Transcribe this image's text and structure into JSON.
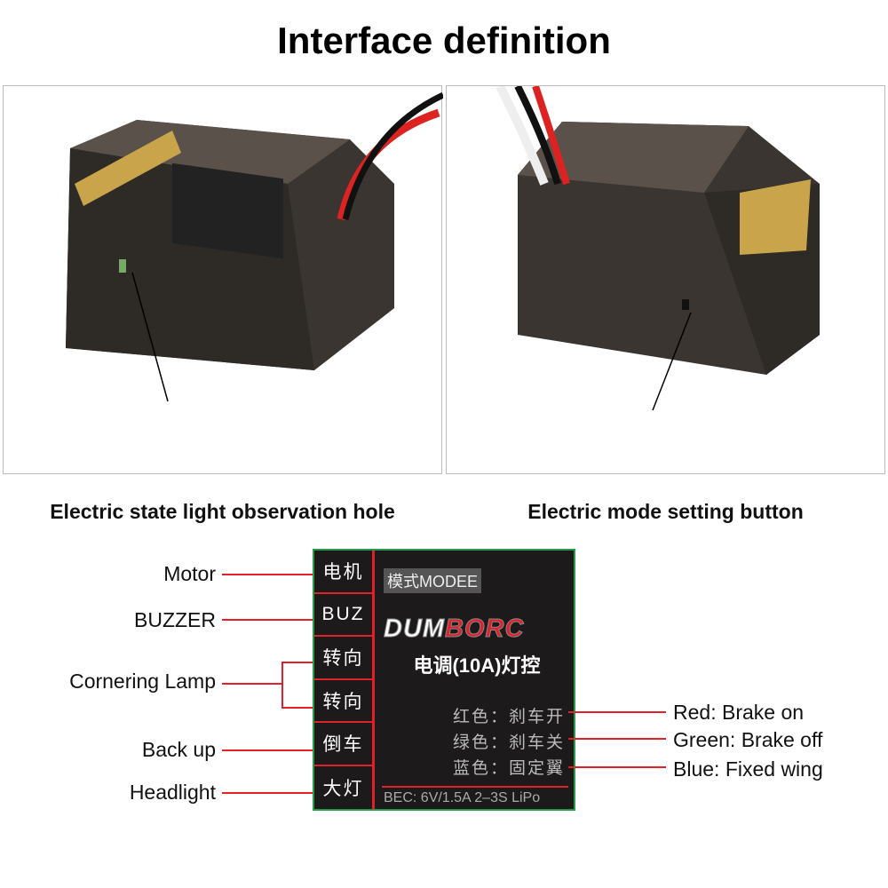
{
  "title": "Interface definition",
  "photos": [
    {
      "caption": "Electric state light observation hole"
    },
    {
      "caption": "Electric mode setting button"
    }
  ],
  "panel": {
    "ports": [
      "电机",
      "BUZ",
      "转向",
      "转向",
      "倒车",
      "大灯"
    ],
    "mode": "模式MODEE",
    "logo_a": "DUM",
    "logo_b": "BORC",
    "subtitle": "电调(10A)灯控",
    "legend": [
      "红色：刹车开",
      "绿色：刹车关",
      "蓝色：固定翼"
    ],
    "bec": "BEC: 6V/1.5A 2–3S LiPo"
  },
  "left_labels": [
    "Motor",
    "BUZZER",
    "Cornering Lamp",
    "Back up",
    "Headlight"
  ],
  "right_labels": [
    "Red: Brake on",
    "Green: Brake off",
    "Blue: Fixed wing"
  ],
  "colors": {
    "line": "#e0202a",
    "border": "#2a9a4a"
  }
}
